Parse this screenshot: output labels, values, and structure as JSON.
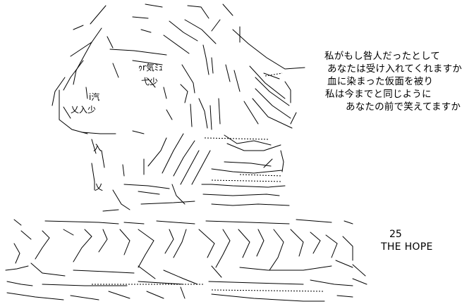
{
  "verse": {
    "lines": [
      "私がもし咎人だったとして",
      "あなたは受け入れてくれますか",
      "血に染まった仮面を被り",
      "私は今までと同じように",
      "あなたの前で笑えてますか"
    ]
  },
  "episode": {
    "number": "25",
    "title": "THE HOPE"
  },
  "artwork": {
    "labels": [
      "ｩr気ﾐｭ",
      "弋少",
      "i汽",
      "乂入少",
      "入",
      "乂"
    ],
    "stroke_color": "#000000"
  }
}
